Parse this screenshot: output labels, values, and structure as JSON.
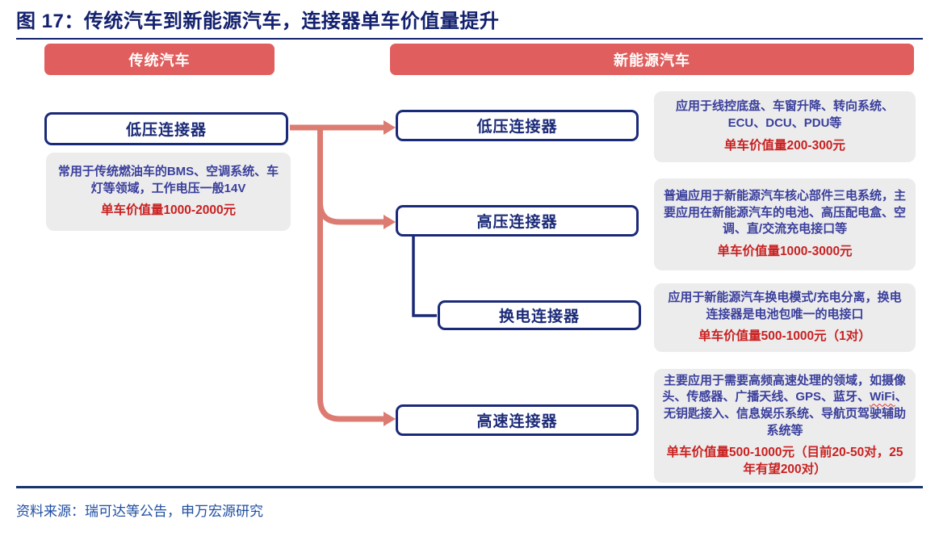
{
  "figure": {
    "title": "图 17：传统汽车到新能源汽车，连接器单车价值量提升",
    "source": "资料来源：瑞可达等公告，申万宏源研究"
  },
  "columns": {
    "left_header": "传统汽车",
    "right_header": "新能源汽车"
  },
  "left": {
    "node": "低压连接器",
    "desc": "常用于传统燃油车的BMS、空调系统、车灯等领域，工作电压一般14V",
    "value": "单车价值量1000-2000元"
  },
  "right_nodes": [
    {
      "label": "低压连接器",
      "desc": "应用于线控底盘、车窗升降、转向系统、ECU、DCU、PDU等",
      "value": "单车价值量200-300元"
    },
    {
      "label": "高压连接器",
      "desc": "普遍应用于新能源汽车核心部件三电系统，主要应用在新能源汽车的电池、高压配电盒、空调、直/交流充电接口等",
      "value": "单车价值量1000-3000元"
    },
    {
      "label": "换电连接器",
      "desc": "应用于新能源汽车换电模式/充电分离，换电连接器是电池包唯一的电接口",
      "value": "单车价值量500-1000元（1对）"
    },
    {
      "label": "高速连接器",
      "desc_parts": {
        "before": "主要应用于需要高频高速处理的领域，如摄像头、传感器、广播天线、GPS、蓝牙、",
        "wavy": "WiFi",
        "after": "、无钥匙接入、信息娱乐系统、导航页驾驶辅助系统等"
      },
      "value": "单车价值量500-1000元（目前20-50对，25年有望200对）"
    }
  ],
  "colors": {
    "header_bar": "#e05f5e",
    "arrow": "#dc7b72",
    "node_border": "#1b2a78",
    "title_navy": "#13206e",
    "desc_text_blue": "#3a3f9c",
    "value_red": "#c92121",
    "desc_bg_gray": "#ececec",
    "source_blue": "#1e4ea2"
  }
}
